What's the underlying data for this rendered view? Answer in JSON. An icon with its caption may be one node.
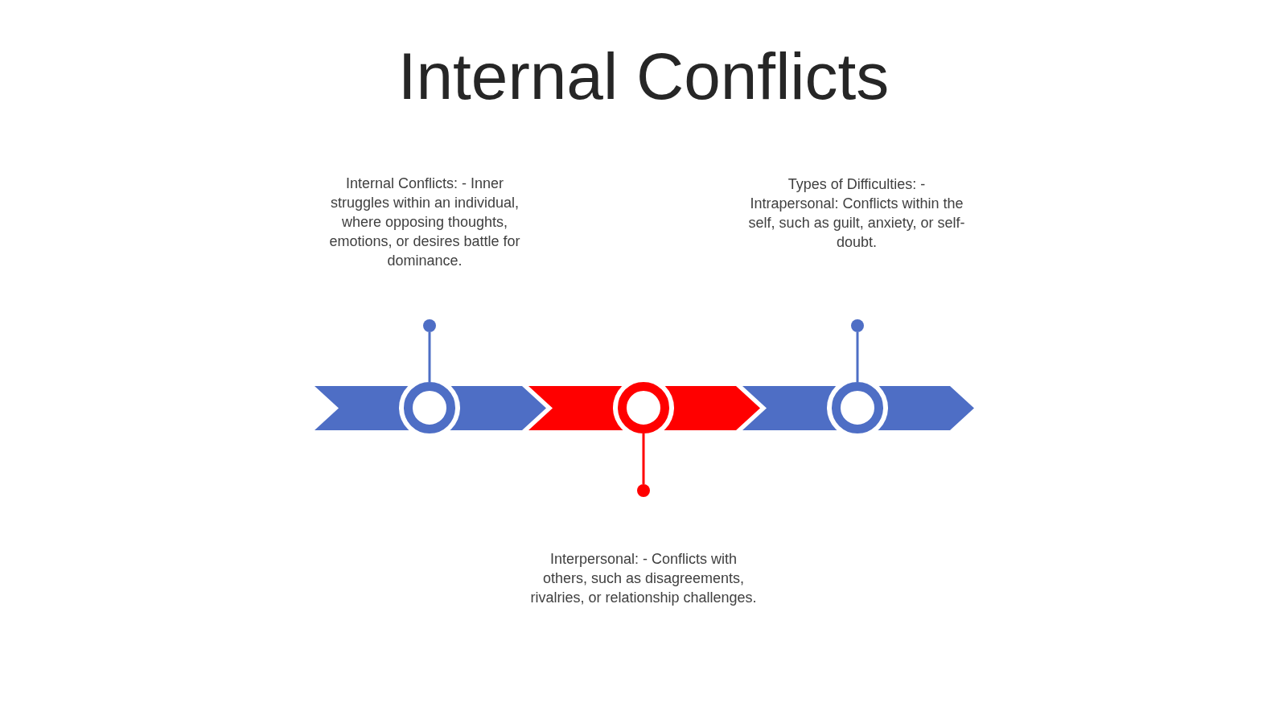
{
  "diagram": {
    "title": "Internal Conflicts",
    "nodes": [
      {
        "text": [
          "Internal Conflicts: - Inner struggles within an individual, where opposing thoughts, emotions, or desires battle for dominance."
        ]
      },
      {
        "text": [
          "Types of Difficulties: - Intrapersonal: Conflicts within the self, such as guilt, anxiety, or self-doubt."
        ]
      },
      {
        "text": [],
        "shape": "chevron"
      },
      {
        "text": [],
        "shape": "chevron"
      },
      {
        "text": [],
        "shape": "chevron"
      },
      {
        "text": [],
        "shape": "circle"
      },
      {
        "text": [],
        "shape": "circle"
      },
      {
        "text": [],
        "shape": "circle"
      },
      {
        "text": [
          "Interpersonal: - Conflicts with others, such as disagreements, rivalries, or relationship challenges."
        ]
      }
    ],
    "edges": [
      {
        "from": 0,
        "to": 5,
        "arrow": "none"
      },
      {
        "from": 1,
        "to": 7,
        "arrow": "none"
      },
      {
        "from": 8,
        "to": 6,
        "arrow": "none",
        "color": "#ff0000"
      }
    ]
  }
}
